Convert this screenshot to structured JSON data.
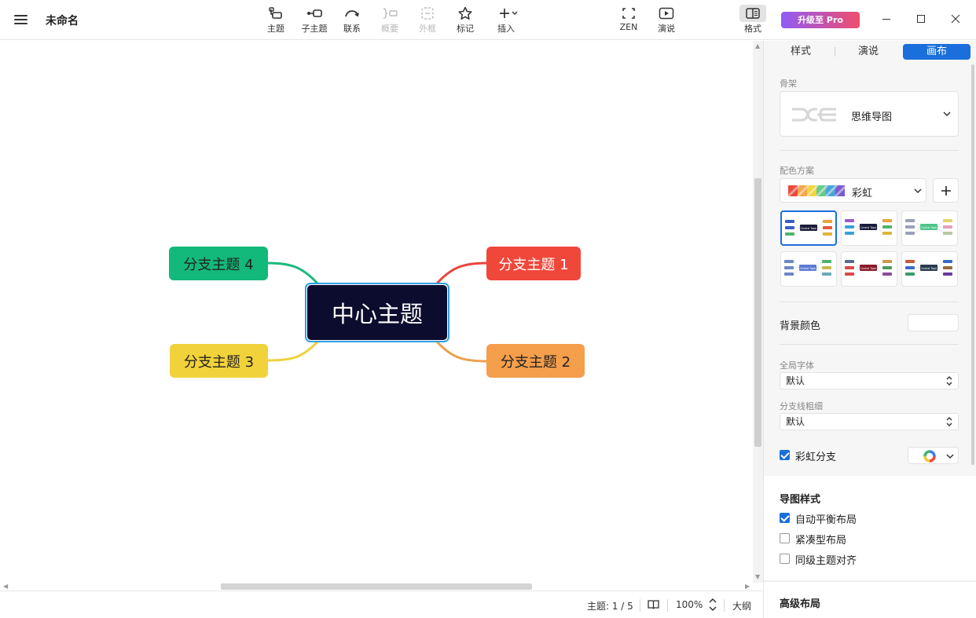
{
  "app": {
    "doc_title": "未命名",
    "upgrade_label": "升级至 Pro"
  },
  "toolbar": {
    "tools": [
      {
        "label": "主题",
        "icon": "topic-icon",
        "disabled": false
      },
      {
        "label": "子主题",
        "icon": "subtopic-icon",
        "disabled": false
      },
      {
        "label": "联系",
        "icon": "relationship-icon",
        "disabled": false
      },
      {
        "label": "概要",
        "icon": "summary-icon",
        "disabled": true
      },
      {
        "label": "外框",
        "icon": "boundary-icon",
        "disabled": true
      },
      {
        "label": "标记",
        "icon": "star-icon",
        "disabled": false
      },
      {
        "label": "插入",
        "icon": "plus-icon",
        "disabled": false
      },
      {
        "label": "ZEN",
        "icon": "fullscreen-icon",
        "disabled": false
      },
      {
        "label": "演说",
        "icon": "play-icon",
        "disabled": false
      },
      {
        "label": "格式",
        "icon": "format-panel-icon",
        "disabled": false
      }
    ]
  },
  "mindmap": {
    "center": {
      "label": "中心主题",
      "color": "#0c0c2e"
    },
    "branches": [
      {
        "label": "分支主题 1",
        "color": "#f0473b",
        "line_color": "#e8473c"
      },
      {
        "label": "分支主题 2",
        "color": "#f59e4b",
        "line_color": "#eea04b"
      },
      {
        "label": "分支主题 3",
        "color": "#f2d23b",
        "line_color": "#efd23a"
      },
      {
        "label": "分支主题 4",
        "color": "#13b97a",
        "line_color": "#1bb97c"
      }
    ]
  },
  "status": {
    "topic_count": "主题: 1 / 5",
    "zoom": "100%",
    "outline_label": "大纲"
  },
  "panel": {
    "tabs": [
      {
        "label": "样式",
        "active": false
      },
      {
        "label": "演说",
        "active": false
      },
      {
        "label": "画布",
        "active": true
      }
    ],
    "skeleton_label": "骨架",
    "skeleton_value": "思维导图",
    "color_scheme_label": "配色方案",
    "color_scheme_value": "彩虹",
    "bg_color_label": "背景颜色",
    "global_font_label": "全局字体",
    "global_font_value": "默认",
    "branch_line_label": "分支线粗细",
    "branch_line_value": "默认",
    "rainbow_branch_label": "彩虹分支",
    "rainbow_branch_checked": true,
    "map_style_title": "导图样式",
    "options": [
      {
        "label": "自动平衡布局",
        "checked": true
      },
      {
        "label": "紧凑型布局",
        "checked": false
      },
      {
        "label": "同级主题对齐",
        "checked": false
      }
    ],
    "advanced_layout_title": "高级布局",
    "scheme_thumbs": [
      {
        "center_text": "Central Topic",
        "selected": true,
        "center_color": "#1b1b3a"
      },
      {
        "center_text": "Central Topic",
        "selected": false,
        "center_color": "#1b1b3a"
      },
      {
        "center_text": "Central Topic",
        "selected": false,
        "center_color": "#4fc48a"
      },
      {
        "center_text": "Central Topic",
        "selected": false,
        "center_color": "#5b7bd5"
      },
      {
        "center_text": "Central Topic",
        "selected": false,
        "center_color": "#8b1a2b"
      },
      {
        "center_text": "Central Topic",
        "selected": false,
        "center_color": "#2b3a4f"
      }
    ]
  }
}
